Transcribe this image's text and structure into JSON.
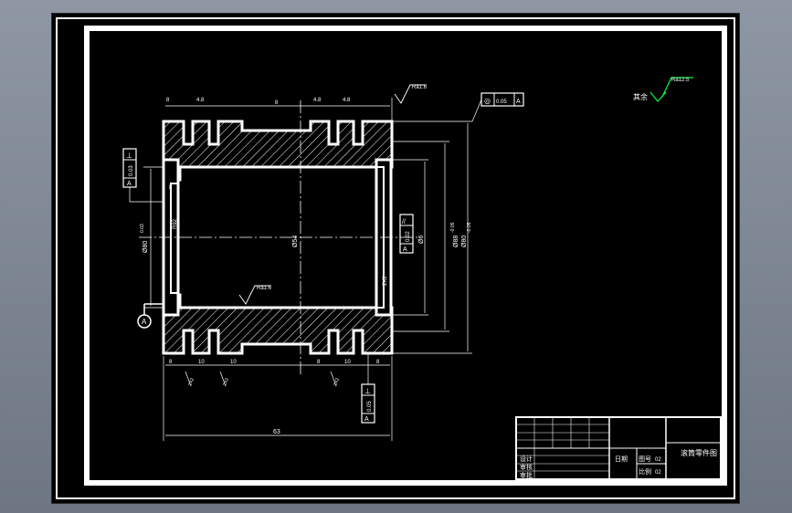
{
  "colors": {
    "background": "#000000",
    "lines": "#ffffff",
    "roughness_symbol": "#00ff40",
    "hatch": "#ffffff"
  },
  "dimensions": {
    "top_width_1": "8",
    "top_groove_1": "4.8",
    "top_center": "8",
    "top_width_2": "4.8",
    "top_groove_2": "4.8",
    "overall_length": "63",
    "bottom_1": "8",
    "bottom_2": "10",
    "bottom_3": "10",
    "bottom_4": "8",
    "bottom_5": "10",
    "bottom_6": "8",
    "chamfer_1": "2X2",
    "chamfer_2": "2X2",
    "chamfer_3": "2X2",
    "inner_right": "2X2",
    "bore_diameter": "Ø80",
    "bore_tol": "0.03",
    "center_dia": "Ø54",
    "outer_dia": "Ø80",
    "outer_tol": "-0.05",
    "right_dia_1": "Ø6",
    "right_dia_2": "Ø88",
    "right_tol": "-0.05",
    "inner_r": "R92",
    "left_tag": "8"
  },
  "roughness": {
    "top": "Ra1.6",
    "middle": "Ra1.6",
    "others_label": "其余",
    "others_value": "Ra12.5"
  },
  "tolerance_frames": {
    "top_right": [
      "◎",
      "0.05",
      "A"
    ],
    "left": [
      "⊥",
      "0.03",
      "A"
    ],
    "right": [
      "//",
      "0.02",
      "A"
    ],
    "bottom": [
      "⊥",
      "0.05",
      "A"
    ]
  },
  "datum_label": "A",
  "title_block": {
    "rows_left": [
      "设计",
      "审核",
      "审批"
    ],
    "date_label": "日期",
    "sheet_label": "图号",
    "scale_label": "比例",
    "sheet_value": "02",
    "scale_value": "02",
    "title": "滚筒零件图"
  }
}
